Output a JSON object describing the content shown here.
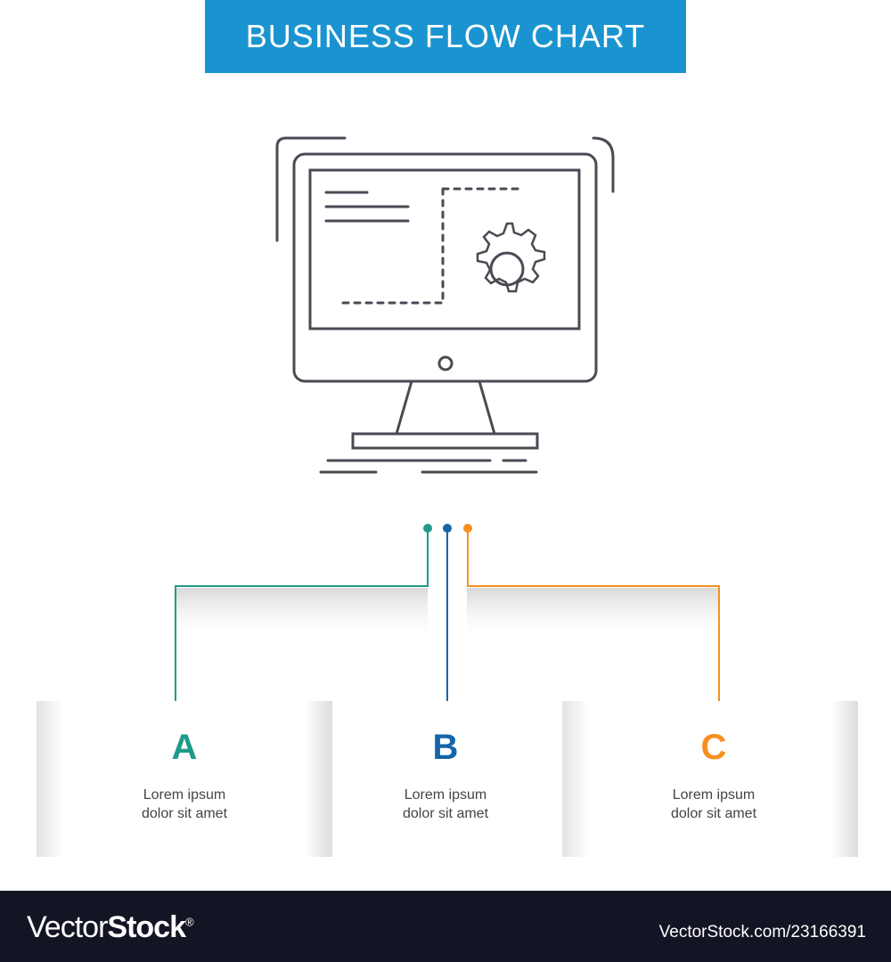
{
  "title": "BUSINESS FLOW CHART",
  "colors": {
    "header": "#1a94d0",
    "a": "#1f9a8a",
    "b": "#1565a8",
    "c": "#f7901e",
    "icon_stroke": "#4a4a55",
    "footer": "#141524"
  },
  "icon": "monitor-with-gear-icon",
  "steps": [
    {
      "letter": "A",
      "line1": "Lorem ipsum",
      "line2": "dolor sit amet"
    },
    {
      "letter": "B",
      "line1": "Lorem ipsum",
      "line2": "dolor sit amet"
    },
    {
      "letter": "C",
      "line1": "Lorem ipsum",
      "line2": "dolor sit amet"
    }
  ],
  "footer": {
    "logo_light": "Vector",
    "logo_bold": "Stock",
    "logo_mark": "®",
    "url": "VectorStock.com/23166391"
  }
}
